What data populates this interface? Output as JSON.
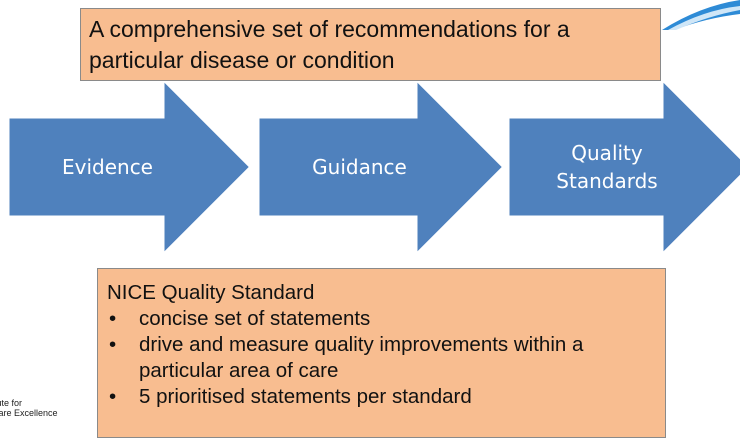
{
  "top_callout": {
    "text": "A comprehensive set of recommendations for a particular disease or condition"
  },
  "flow": {
    "steps": [
      {
        "label": "Evidence"
      },
      {
        "label": "Guidance"
      },
      {
        "label_line1": "Quality",
        "label_line2": "Standards"
      }
    ],
    "arrow_color": "#4f81bd",
    "callout_color": "#f8bd90"
  },
  "bottom_callout": {
    "title": "NICE Quality Standard",
    "bullets": [
      "concise set of statements",
      "drive and measure quality improvements within a particular area of care",
      "5 prioritised statements per standard"
    ]
  },
  "logo": {
    "line1": "itute for",
    "line2": "Care Excellence"
  }
}
